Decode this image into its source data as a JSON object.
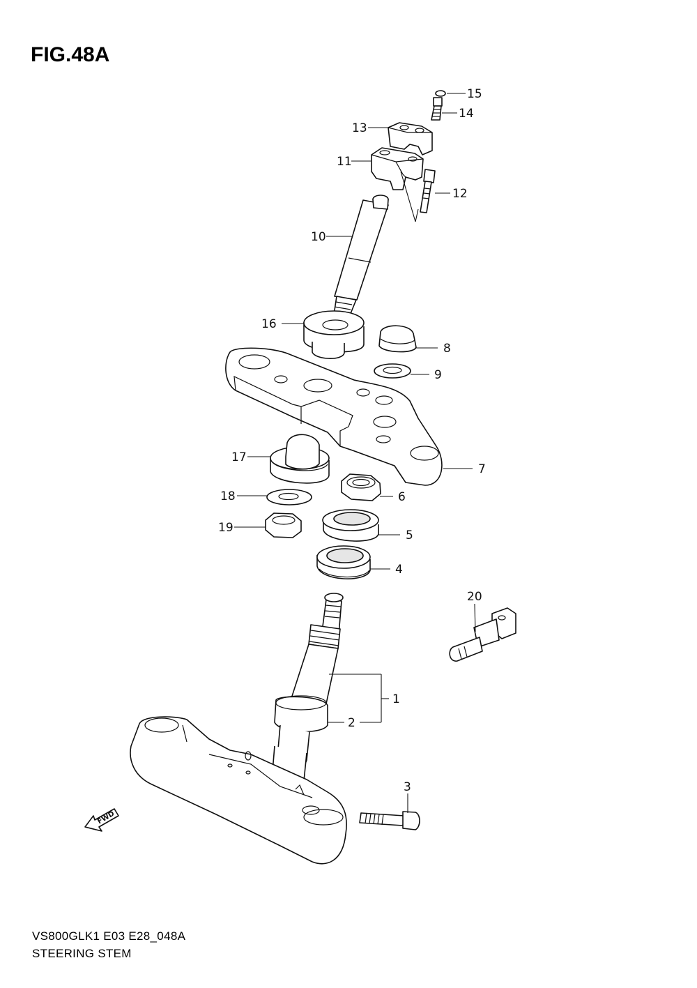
{
  "figure": {
    "title": "FIG.48A",
    "code": "VS800GLK1 E03 E28_048A",
    "name": "STEERING STEM"
  },
  "callouts": {
    "c1": "1",
    "c2": "2",
    "c3": "3",
    "c4": "4",
    "c5": "5",
    "c6": "6",
    "c7": "7",
    "c8": "8",
    "c9": "9",
    "c10": "10",
    "c11": "11",
    "c12": "12",
    "c13": "13",
    "c14": "14",
    "c15": "15",
    "c16": "16",
    "c17": "17",
    "c18": "18",
    "c19": "19",
    "c20": "20"
  },
  "fwd_label": "FWD"
}
